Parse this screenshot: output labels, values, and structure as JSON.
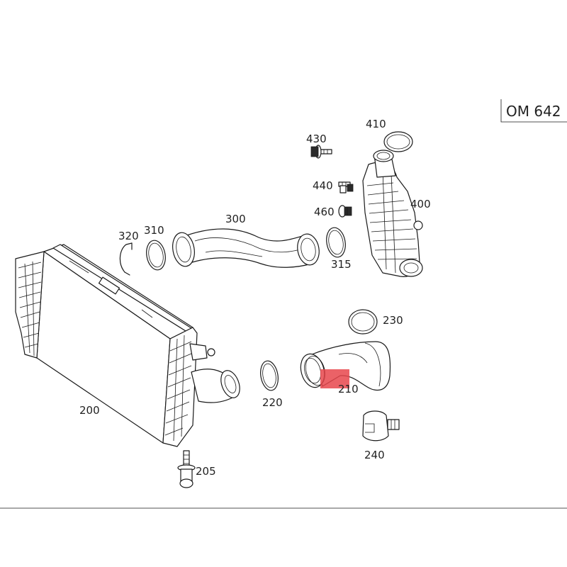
{
  "engine_code": "OM 642",
  "callouts": {
    "p200": "200",
    "p205": "205",
    "p210": "210",
    "p220": "220",
    "p230": "230",
    "p240": "240",
    "p300": "300",
    "p310": "310",
    "p315": "315",
    "p320": "320",
    "p400": "400",
    "p410": "410",
    "p430": "430",
    "p440": "440",
    "p460": "460"
  },
  "colors": {
    "line": "#1a1a1a",
    "highlight": "#e8474c",
    "background": "#ffffff"
  }
}
